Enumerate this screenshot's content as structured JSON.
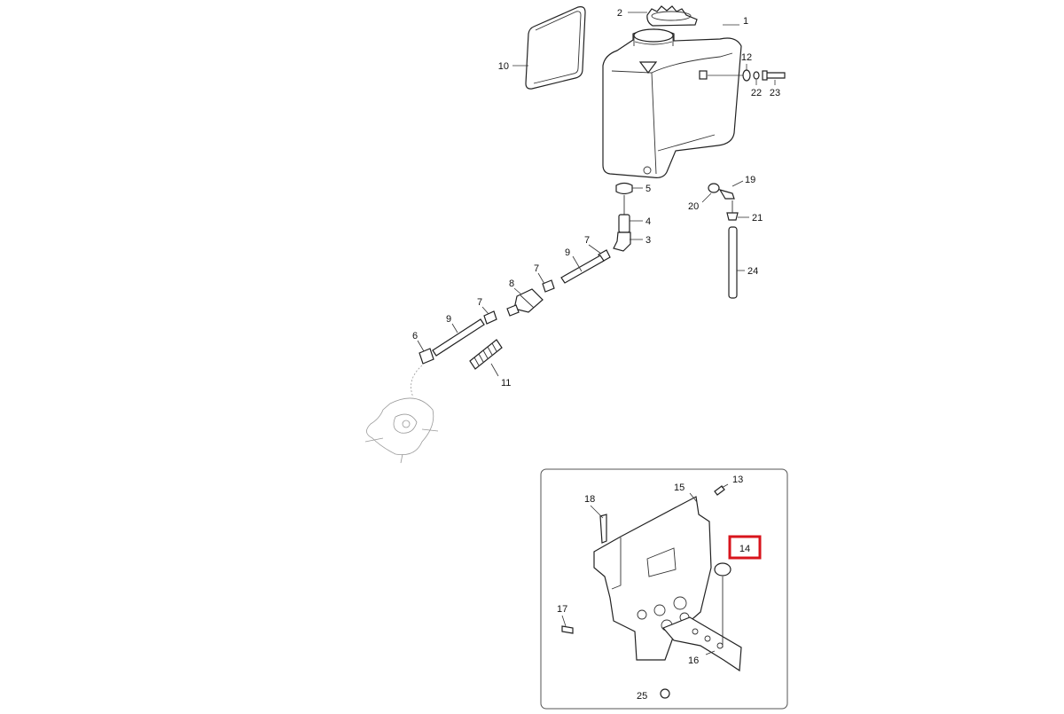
{
  "diagram": {
    "labels": {
      "p1": "1",
      "p2": "2",
      "p3": "3",
      "p4": "4",
      "p5": "5",
      "p6": "6",
      "p7a": "7",
      "p7b": "7",
      "p7c": "7",
      "p8": "8",
      "p9a": "9",
      "p9b": "9",
      "p10": "10",
      "p11": "11",
      "p12": "12",
      "p13": "13",
      "p14": "14",
      "p15": "15",
      "p16": "16",
      "p17": "17",
      "p18": "18",
      "p19": "19",
      "p20": "20",
      "p21": "21",
      "p22": "22",
      "p23": "23",
      "p24": "24",
      "p25": "25"
    },
    "highlighted_part": "14",
    "highlight_color": "#d8141c"
  }
}
